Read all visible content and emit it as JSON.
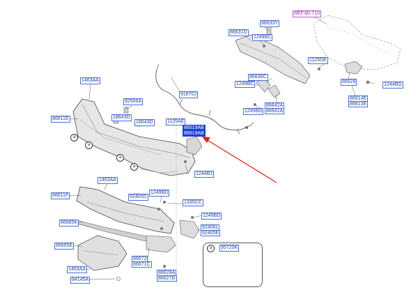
{
  "labels": {
    "ref_60710": "REF.60-710",
    "p86633Y": "86633Y",
    "p86631D": "86631D",
    "p1249BC_a": "1249BC",
    "p1125DE": "1125DE",
    "p86636C": "86636C",
    "p1249BC_b": "1249BC",
    "p86628": "86628",
    "p1244BG": "1244BG",
    "p86614E": "86614E",
    "p86613E": "86613E",
    "p86642A": "86642A",
    "p86641A": "86641A",
    "p1249BD_a": "1249BD",
    "p1463AA_a": "1463AA",
    "p91870J": "91870J",
    "p92506A": "92506A",
    "p18643D_a": "18643D",
    "p18643D_b": "18643D",
    "p86611E": "86611E",
    "p1125AE": "1125AE",
    "p86619AB_1": "86619AB",
    "p86619AB_2": "86619AB",
    "p1244BJ": "1244BJ",
    "p1463AA_b": "1463AA",
    "p86611F": "86611F",
    "p92405D": "92405D",
    "p1249BD_b": "1249BD",
    "p1335CC": "1335CC",
    "p1249BD_c": "1249BD",
    "p86685K": "86685K",
    "p92406L": "92406L",
    "p92405E": "92405E",
    "p86695E": "86695E",
    "p86672": "86672",
    "p86671C": "86671C",
    "p1463AA_c": "1463AA",
    "p84145A": "84145A",
    "p86628A": "86628A",
    "p86627D": "86627D",
    "p95720K": "95720K"
  },
  "callouts": {
    "a": "a"
  },
  "colors": {
    "selection": "#1d3fd6",
    "label_text": "#1a3fa8",
    "pointer_arrow": "#e02020",
    "line": "#555555"
  }
}
